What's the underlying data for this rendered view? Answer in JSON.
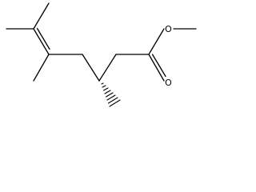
{
  "structure": {
    "atom_labels": [
      "O",
      "O"
    ],
    "bond_color": "#000000",
    "background_color": "#ffffff",
    "stereo_bond": "hashed-wedge"
  }
}
